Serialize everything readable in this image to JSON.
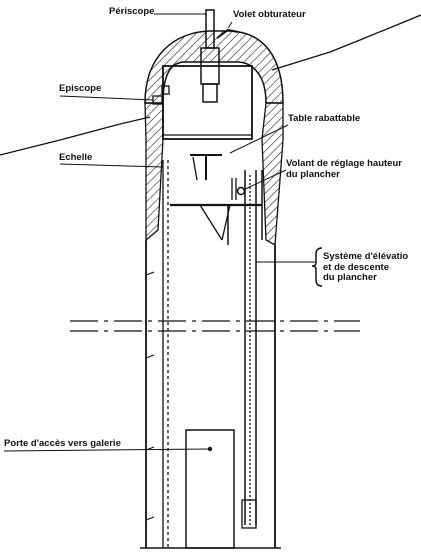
{
  "diagram": {
    "labels": {
      "periscope": "Périscope",
      "volet": "Volet obturateur",
      "episcope": "Episcope",
      "table": "Table rabattable",
      "echelle": "Echelle",
      "volant": "Volant de réglage hauteur du plancher",
      "systeme": "Système d'élévation et de descente du plancher",
      "porte": "Porte d'accès vers galerie"
    },
    "colors": {
      "ink": "#111111",
      "paper": "#ffffff",
      "hatch": "#222222"
    }
  }
}
